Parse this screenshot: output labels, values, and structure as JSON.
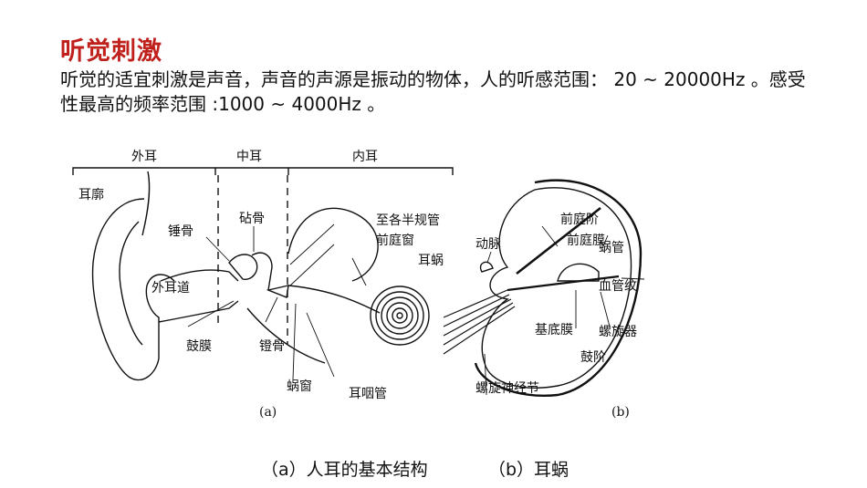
{
  "slide": {
    "title": "听觉刺激",
    "body": "听觉的适宜刺激是声音，声音的声源是振动的物体，人的听感范围： 20 ~ 20000Hz 。感受性最高的频率范围 :1000 ~ 4000Hz 。"
  },
  "figure_a": {
    "region_outer": "外耳",
    "region_middle": "中耳",
    "region_inner": "内耳",
    "pinna": "耳廓",
    "malleus": "锤骨",
    "incus": "砧骨",
    "semicircular": "至各半规管",
    "oval_window": "前庭窗",
    "cochlea": "耳蜗",
    "ear_canal": "外耳道",
    "eardrum": "鼓膜",
    "stapes": "镫骨",
    "round_window": "蜗窗",
    "eustachian": "耳咽管",
    "panel_label": "(a)"
  },
  "figure_b": {
    "artery": "动脉",
    "scala_vestibuli": "前庭阶",
    "vestibular_membrane": "前庭膜",
    "cochlear_duct": "蜗管",
    "stria_vascularis": "血管纹",
    "basilar_membrane": "基底膜",
    "organ_of_corti": "螺旋器",
    "scala_tympani": "鼓阶",
    "spiral_ganglion": "螺旋神经节",
    "panel_label": "(b)"
  },
  "captions": {
    "a": "（a）人耳的基本结构",
    "b": "（b）耳蜗"
  }
}
